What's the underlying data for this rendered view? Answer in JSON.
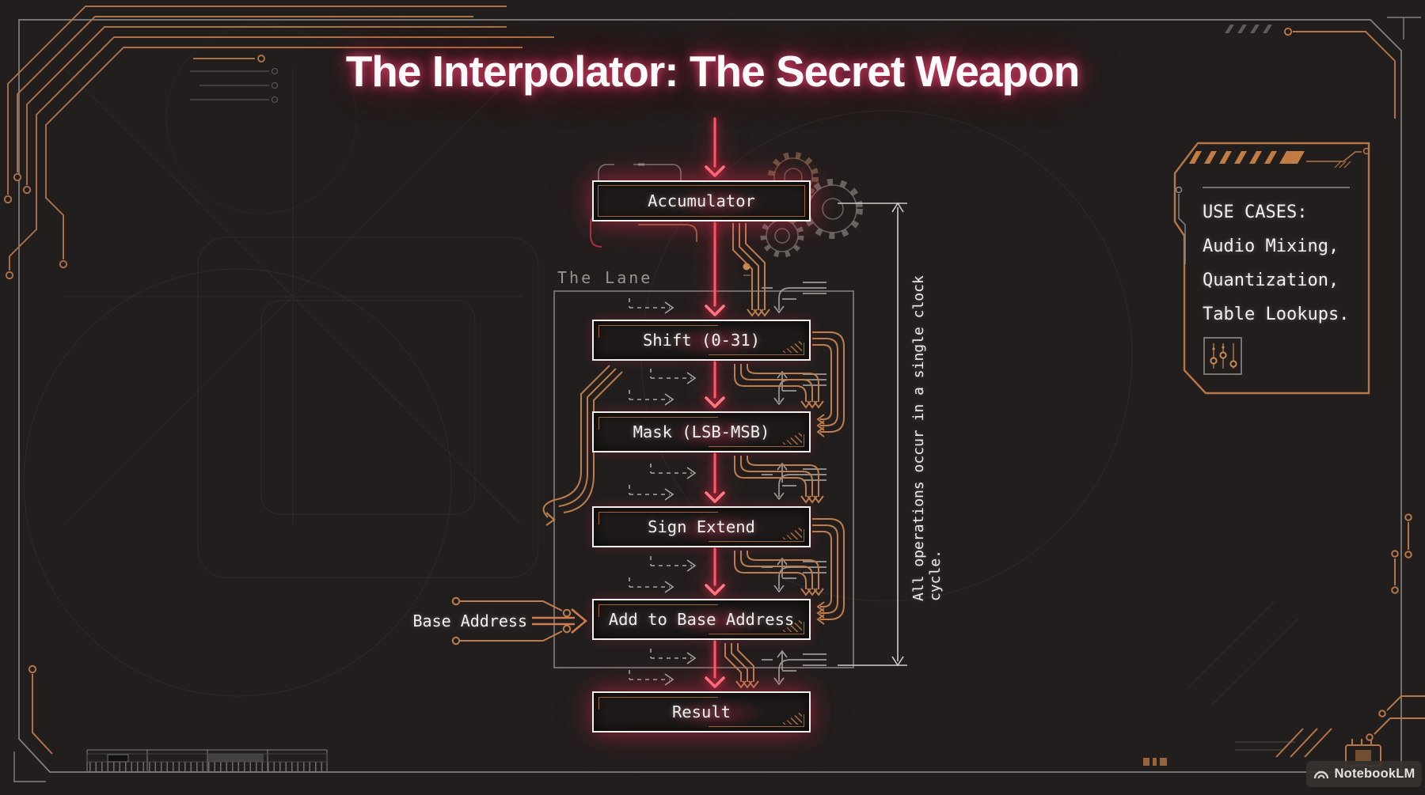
{
  "title": "The Interpolator: The Secret Weapon",
  "lane": {
    "label": "The Lane"
  },
  "flow": {
    "boxes": [
      {
        "label": "Accumulator"
      },
      {
        "label": "Shift (0-31)"
      },
      {
        "label": "Mask (LSB-MSB)"
      },
      {
        "label": "Sign Extend"
      },
      {
        "label": "Add to Base Address"
      },
      {
        "label": "Result"
      }
    ]
  },
  "annotations": {
    "base_address_label": "Base Address",
    "cycle_note": "All operations occur in a single clock cycle."
  },
  "use_cases": {
    "heading": "USE CASES:",
    "items": [
      "Audio Mixing,",
      "Quantization,",
      "Table Lookups."
    ]
  },
  "watermark": {
    "label": "NotebookLM"
  },
  "icons": {
    "gears": "gear-icon",
    "mixer": "slider-mixer-icon",
    "watermark_logo": "notebooklm-logo-icon"
  },
  "colors": {
    "background": "#211e1d",
    "copper": "#b5764a",
    "red_glow": "#ff4255",
    "frame_gray": "#8d8b88",
    "text_white": "#f2efec"
  }
}
